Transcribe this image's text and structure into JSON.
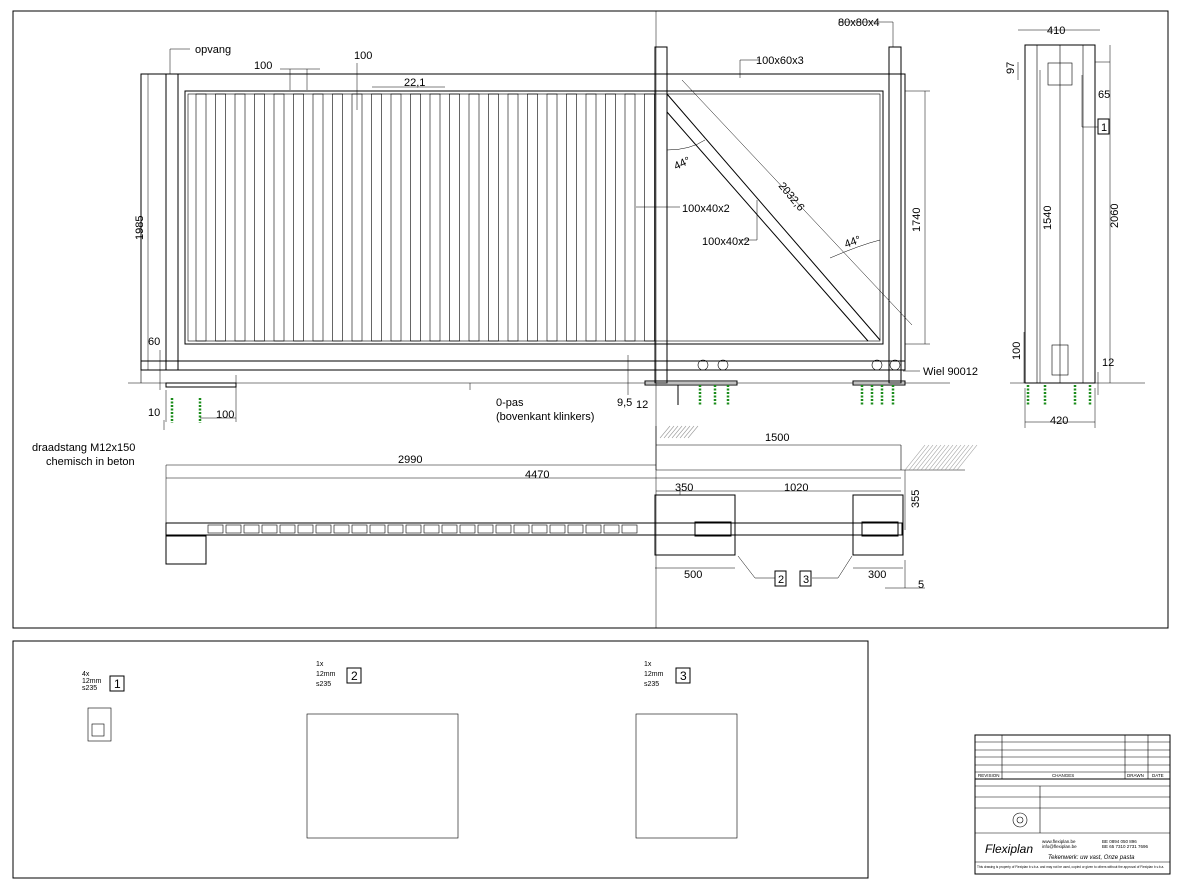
{
  "dimensions": {
    "d100a": "100",
    "d100b": "100",
    "d22": "22,1",
    "d1985": "1985",
    "d1740": "1740",
    "d2032": "2032,6",
    "d44a": "44°",
    "d44b": "44°",
    "d60": "60",
    "d10": "10",
    "d100c": "100",
    "d95": "9,5",
    "d12a": "12",
    "d410": "410",
    "d97": "97",
    "d65": "65",
    "d1540": "1540",
    "d2060": "2060",
    "d100d": "100",
    "d12b": "12",
    "d420": "420",
    "d1500": "1500",
    "d2990": "2990",
    "d4470": "4470",
    "d350": "350",
    "d1020": "1020",
    "d355": "355",
    "d500": "500",
    "d300": "300",
    "d5": "5"
  },
  "labels": {
    "opvang": "opvang",
    "profile_top": "100x60x3",
    "post": "80x80x4",
    "profile_mid1": "100x40x2",
    "profile_mid2": "100x40x2",
    "wheel": "Wiel 90012",
    "zero_line1": "0-pas",
    "zero_line2": "(bovenkant klinkers)",
    "anchor1": "draadstang M12x150",
    "anchor2": "chemisch in beton",
    "callout1": "1",
    "callout2": "2",
    "callout3": "3"
  },
  "parts": [
    {
      "qty": "4x",
      "thk": "12mm",
      "mat": "s235",
      "num": "1"
    },
    {
      "qty": "1x",
      "thk": "12mm",
      "mat": "s235",
      "num": "2"
    },
    {
      "qty": "1x",
      "thk": "12mm",
      "mat": "s235",
      "num": "3"
    }
  ],
  "titleblock": {
    "col_revision": "REVISION",
    "col_changes": "CHANGES",
    "col_drawn": "DRAWN",
    "col_date": "DATE",
    "logo": "Flexiplan",
    "tagline": "Tekenwerk: uw vast, Onze pasta",
    "web": "www.flexiplan.be",
    "email": "info@flexiplan.be",
    "btw": "BE 0894 050 896",
    "kbc": "BE 65 7310 2731 7696",
    "disclaimer": "This drawing is property of Flexiplan b.v.b.a. and may not be used, copied or given to others without the approval of Flexiplan b.v.b.a."
  }
}
